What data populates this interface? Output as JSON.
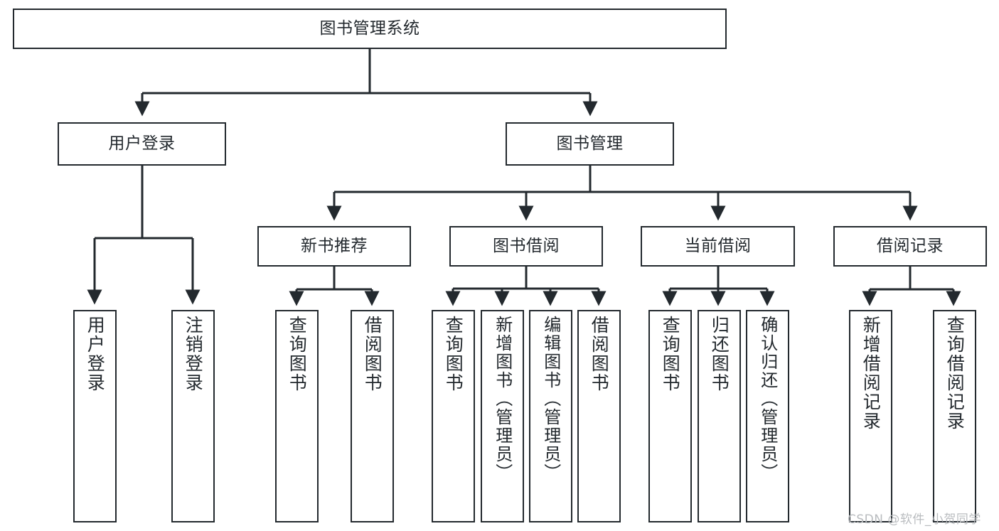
{
  "diagram": {
    "title": "图书管理系统",
    "type": "tree-hierarchy-chart",
    "line_color": "#23292e",
    "box_fill": "#ffffff",
    "text_color": "#23292e"
  },
  "nodes": {
    "root": {
      "label": "图书管理系统"
    },
    "level2": [
      {
        "label": "用户登录"
      },
      {
        "label": "图书管理"
      }
    ],
    "level3": [
      {
        "label": "新书推荐"
      },
      {
        "label": "图书借阅"
      },
      {
        "label": "当前借阅"
      },
      {
        "label": "借阅记录"
      }
    ],
    "leaves_user_login": [
      {
        "label": "用户登录"
      },
      {
        "label": "注销登录"
      }
    ],
    "leaves_new_book": [
      {
        "label": "查询图书"
      },
      {
        "label": "借阅图书"
      }
    ],
    "leaves_borrow": [
      {
        "label": "查询图书"
      },
      {
        "label": "新增图书（管理员）"
      },
      {
        "label": "编辑图书（管理员）"
      },
      {
        "label": "借阅图书"
      }
    ],
    "leaves_current": [
      {
        "label": "查询图书"
      },
      {
        "label": "归还图书"
      },
      {
        "label": "确认归还（管理员）"
      }
    ],
    "leaves_records": [
      {
        "label": "新增借阅记录"
      },
      {
        "label": "查询借阅记录"
      }
    ]
  },
  "watermark": {
    "text": "CSDN @软件_小贺同学"
  }
}
